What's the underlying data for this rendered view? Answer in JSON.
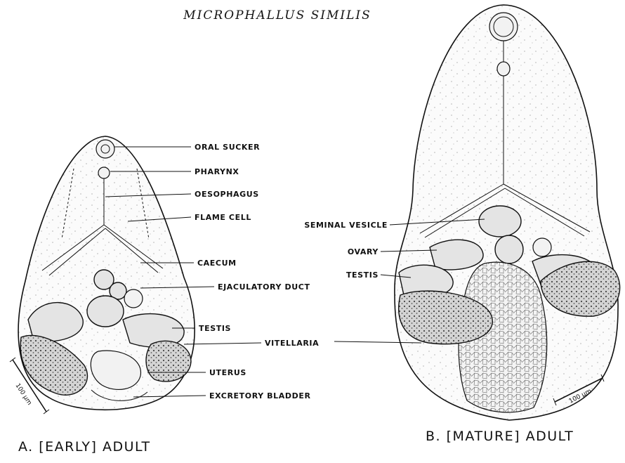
{
  "title": "MICROPHALLUS SIMILIS",
  "figure_a": {
    "caption": "A. [EARLY] ADULT",
    "scale_label": "100 µm",
    "labels": [
      "ORAL SUCKER",
      "PHARYNX",
      "OESOPHAGUS",
      "FLAME CELL",
      "CAECUM",
      "EJACULATORY DUCT",
      "TESTIS",
      "VITELLARIA",
      "UTERUS",
      "EXCRETORY BLADDER"
    ]
  },
  "figure_b": {
    "caption": "B. [MATURE] ADULT",
    "scale_label": "100 µm",
    "labels": [
      "SEMINAL VESICLE",
      "OVARY",
      "TESTIS"
    ]
  }
}
